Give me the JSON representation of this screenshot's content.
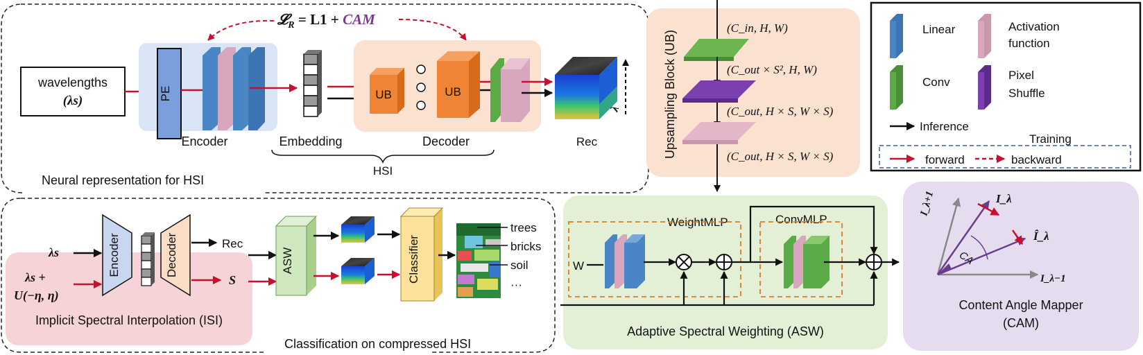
{
  "colors": {
    "linear": "#4a86c5",
    "activation": "#d9a7bd",
    "conv": "#5aaa48",
    "pixel_shuffle": "#7b3fb0",
    "encoder_bg": "#d9e4f4",
    "decoder_bg": "#fbe1cf",
    "ub_block": "#ee8434",
    "asw_bg": "#e3f0d6",
    "cam_bg": "#e6dcef",
    "isi_bg": "#f6d3d6",
    "classifier": "#fbe199",
    "forward": "#c8102e",
    "orange_text": "#e07a26"
  },
  "top_panel": {
    "loss_lhs": "𝓛",
    "loss_sub": "R",
    "loss_mid": " = L1 + ",
    "loss_cam": "CAM",
    "input_line1": "wavelengths",
    "input_line2": "(λs)",
    "pe": "PE",
    "encoder": "Encoder",
    "embedding": "Embedding",
    "ub": "UB",
    "decoder": "Decoder",
    "rec": "Rec",
    "lambda": "λ",
    "hsi": "HSI",
    "caption": "Neural representation for HSI"
  },
  "ub_panel": {
    "title": "Upsampling Block  (UB)",
    "dim1": "(C_in, H, W)",
    "dim2": "(C_out × S², H, W)",
    "dim3": "(C_out, H × S, W × S)",
    "dim4": "(C_out, H × S, W × S)"
  },
  "legend": {
    "linear": "Linear",
    "activation_1": "Activation",
    "activation_2": "function",
    "conv": "Conv",
    "pixel_1": "Pixel",
    "pixel_2": "Shuffle",
    "inference": "Inference",
    "training": "Training",
    "forward": "forward",
    "backward": "backward"
  },
  "bottom_left": {
    "input1": "λs",
    "input2_line1": "λs +",
    "input2_line2": "U(−η, η)",
    "encoder": "Encoder",
    "decoder": "Decoder",
    "rec": "Rec",
    "s": "S",
    "isi_caption": "Implicit Spectral Interpolation (ISI)",
    "asw": "ASW",
    "classifier": "Classifier",
    "trees": "trees",
    "bricks": "bricks",
    "soil": "soil",
    "more": "···",
    "caption": "Classification on compressed HSI"
  },
  "asw_panel": {
    "weight_mlp": "WeightMLP",
    "conv_mlp": "ConvMLP",
    "w": "W",
    "caption": "Adaptive Spectral Weighting (ASW)"
  },
  "cam_panel": {
    "i_lambda_plus": "I_λ+1",
    "i_lambda": "I_λ",
    "i_lambda_hat": "Î_λ",
    "ca": "CA",
    "i_lambda_minus": "I_λ−1",
    "caption_1": "Content Angle Mapper",
    "caption_2": "(CAM)"
  }
}
